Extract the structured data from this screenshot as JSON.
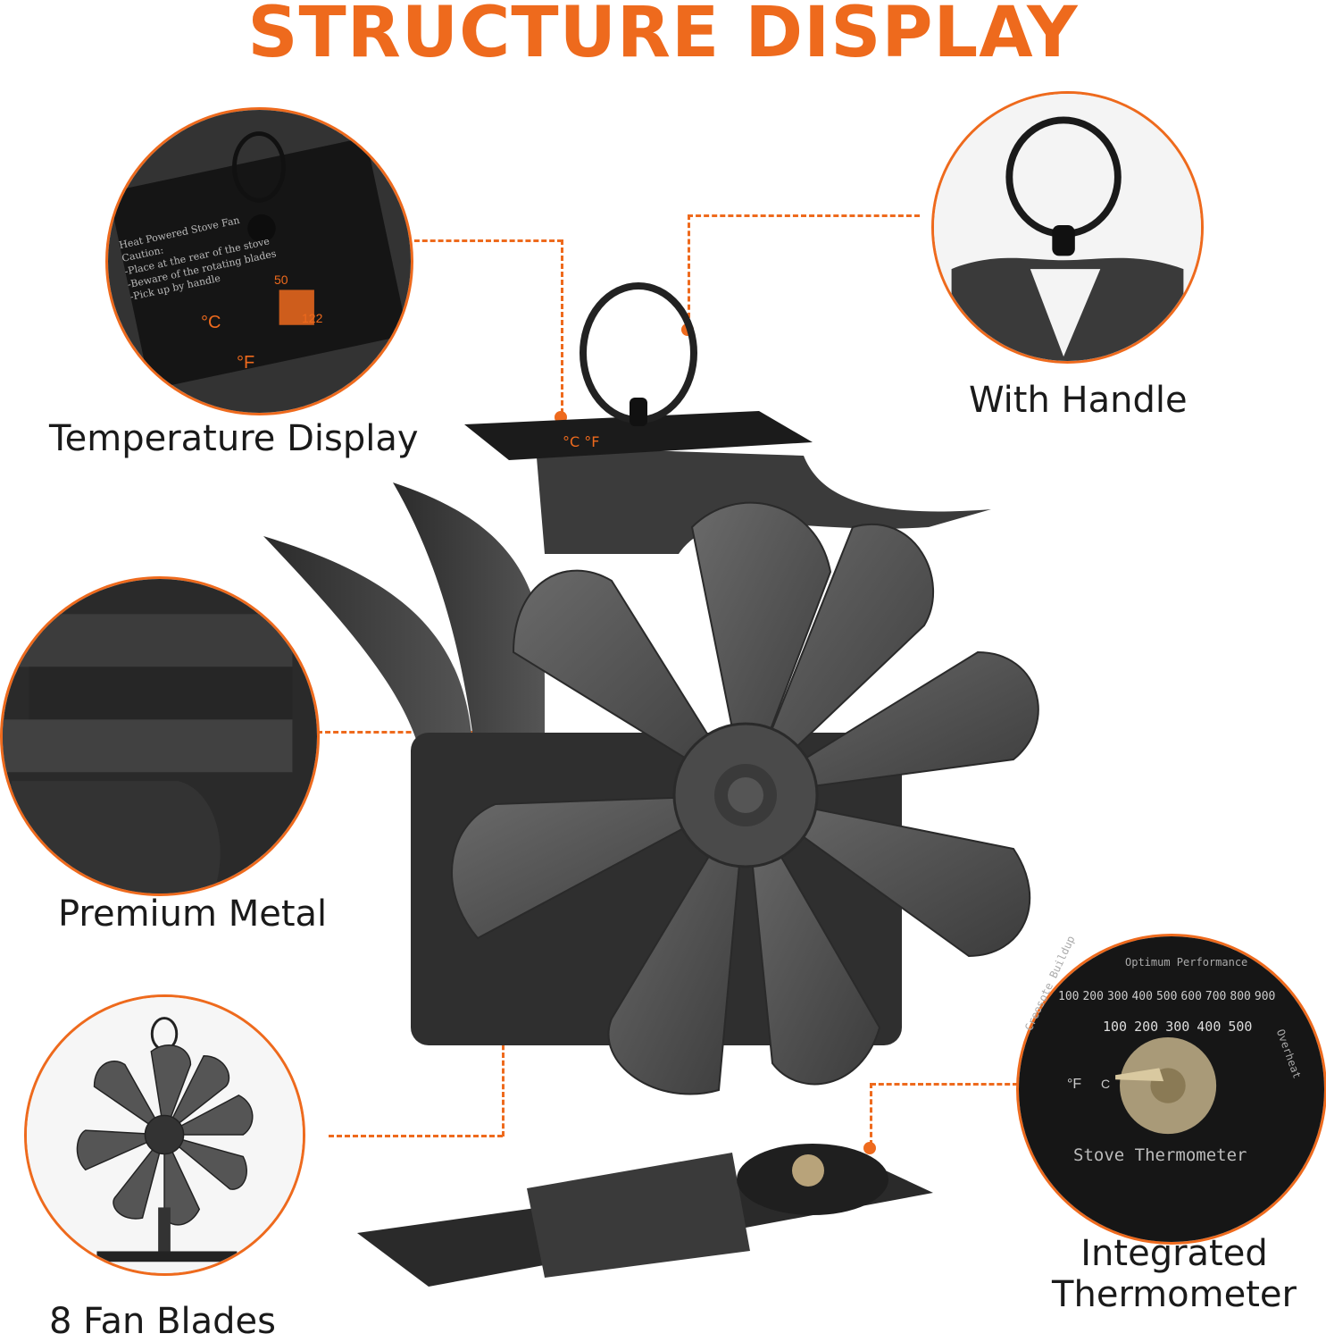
{
  "title": "STRUCTURE DISPLAY",
  "features": {
    "temperature_display": "Temperature Display",
    "with_handle": "With Handle",
    "premium_metal": "Premium Metal",
    "fan_blades": "8 Fan Blades",
    "integrated_thermometer_line1": "Integrated",
    "integrated_thermometer_line2": "Thermometer"
  },
  "temp_label": {
    "line1": "Heat Powered Stove Fan",
    "line2": "Caution:",
    "line3": "-Place at the rear of the stove",
    "line4": "-Beware of the rotating blades",
    "line5": "-Pick up by handle",
    "celsius": "°C",
    "fahrenheit": "°F",
    "value_c": "50",
    "value_f": "122"
  },
  "thermometer": {
    "name": "Stove Thermometer",
    "zone_left": "Creosote Buildup",
    "zone_mid": "Optimum Performance",
    "zone_right": "Overheat",
    "unit_f": "°F",
    "unit_c": "C",
    "outer_scale": [
      "100",
      "200",
      "300",
      "400",
      "500",
      "600",
      "700",
      "800",
      "900"
    ],
    "inner_scale": [
      "100",
      "200",
      "300",
      "400",
      "500"
    ]
  },
  "colors": {
    "accent": "#ee6a1d",
    "metal": "#3a3a3a"
  }
}
